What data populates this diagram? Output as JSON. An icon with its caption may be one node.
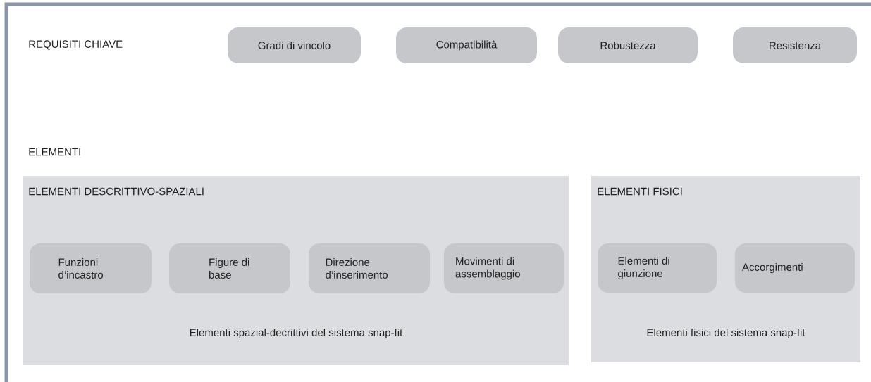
{
  "diagram": {
    "nodes": [
      {
        "text": [
          "Gradi di vincolo"
        ]
      },
      {
        "text": [
          "Compatibilità"
        ]
      },
      {
        "text": [
          "Robustezza"
        ]
      },
      {
        "text": [
          "Resistenza"
        ]
      },
      {
        "text": [
          "ELEMENTI DESCRITTIVO-SPAZIALI",
          "Elementi spazial-decrittivi del sistema snap-fit"
        ]
      },
      {
        "text": [
          "Funzioni d’incastro"
        ],
        "in": 4
      },
      {
        "text": [
          "Figure di base"
        ],
        "in": 4
      },
      {
        "text": [
          "Direzione d’inserimento"
        ],
        "in": 4
      },
      {
        "text": [
          "Movimenti di assemblaggio"
        ],
        "in": 4
      },
      {
        "text": [
          "ELEMENTI FISICI",
          "Elementi fisici del sistema snap-fit"
        ]
      },
      {
        "text": [
          "Elementi di giunzione"
        ],
        "in": 9
      },
      {
        "text": [
          "Accorgimenti"
        ],
        "in": 9
      }
    ],
    "labels": [
      "REQUISITI CHIAVE",
      "ELEMENTI"
    ]
  }
}
